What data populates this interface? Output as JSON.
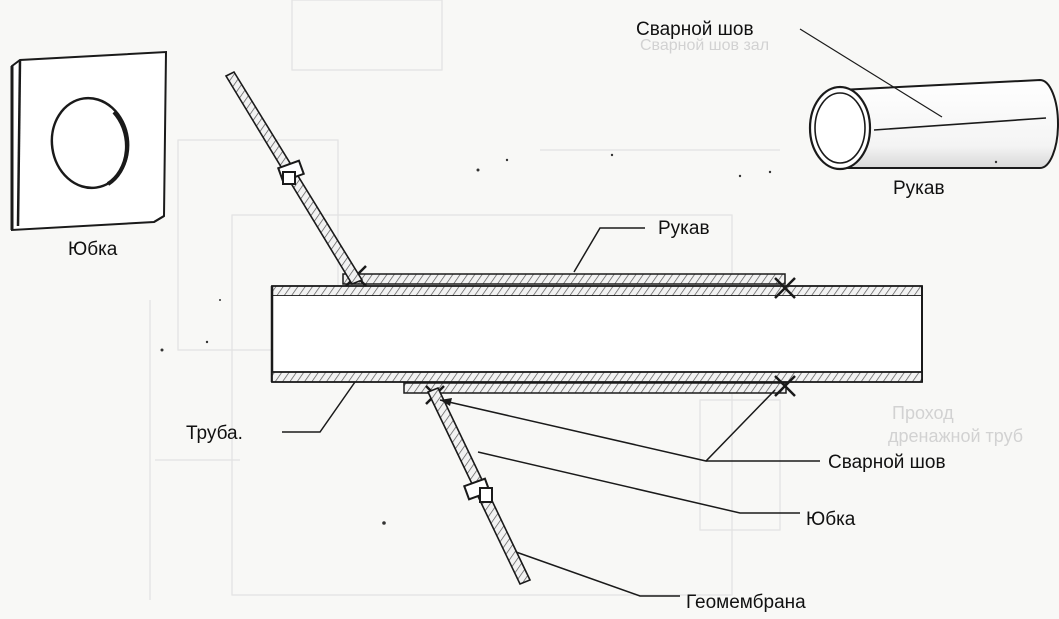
{
  "labels": {
    "skirt_top": "Юбка",
    "weld_top": "Сварной шов",
    "sleeve_top": "Рукав",
    "sleeve_mid": "Рукав",
    "pipe": "Труба.",
    "weld_right": "Сварной шов",
    "skirt_right": "Юбка",
    "geomembrane": "Геомембрана"
  },
  "watermark": {
    "line1": "Проход",
    "line2": "дренажной труб",
    "top": "Сварной шов зал"
  },
  "colors": {
    "ink": "#1a1a1a",
    "paper": "#f8f8f6",
    "ghost": "#d9d9d9"
  }
}
